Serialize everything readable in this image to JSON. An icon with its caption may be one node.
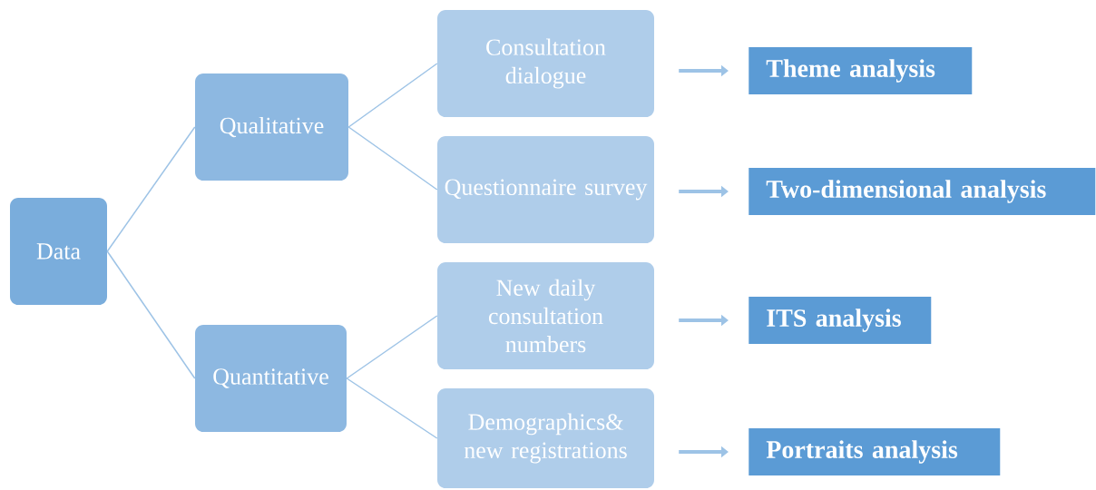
{
  "diagram": {
    "nodes": [
      {
        "text": [
          "Data"
        ]
      },
      {
        "text": [
          "Qualitative"
        ]
      },
      {
        "text": [
          "Quantitative"
        ]
      },
      {
        "text": [
          "Consultation dialogue"
        ]
      },
      {
        "text": [
          "Questionnaire survey"
        ]
      },
      {
        "text": [
          "New daily consultation numbers"
        ]
      },
      {
        "text": [
          "Demographics& new registrations"
        ]
      },
      {
        "text": [
          "Theme analysis"
        ]
      },
      {
        "text": [
          "Two-dimensional analysis"
        ]
      },
      {
        "text": [
          "ITS analysis"
        ]
      },
      {
        "text": [
          "Portraits analysis"
        ]
      }
    ],
    "edges": [
      {
        "from": 0,
        "to": 1,
        "arrow": "none"
      },
      {
        "from": 0,
        "to": 2,
        "arrow": "none"
      },
      {
        "from": 1,
        "to": 3,
        "arrow": "none"
      },
      {
        "from": 1,
        "to": 4,
        "arrow": "none"
      },
      {
        "from": 2,
        "to": 5,
        "arrow": "none"
      },
      {
        "from": 2,
        "to": 6,
        "arrow": "none"
      },
      {
        "from": 3,
        "to": 7,
        "arrow": "to",
        "style": "thick"
      },
      {
        "from": 4,
        "to": 8,
        "arrow": "to",
        "style": "thick"
      },
      {
        "from": 5,
        "to": 9,
        "arrow": "to",
        "style": "thick"
      },
      {
        "from": 6,
        "to": 10,
        "arrow": "to",
        "style": "thick"
      }
    ]
  }
}
